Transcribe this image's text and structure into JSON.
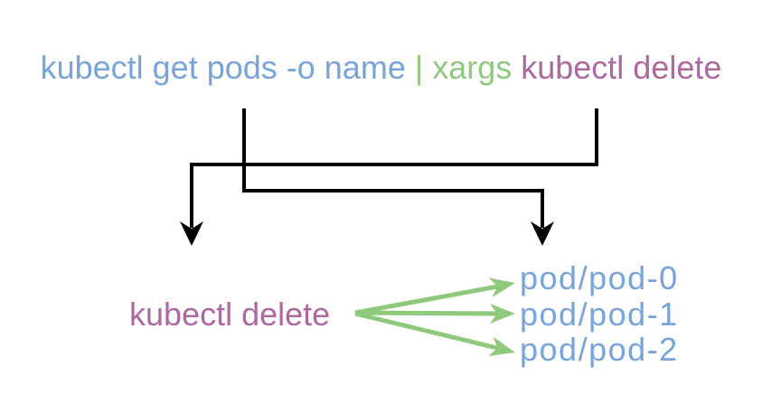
{
  "colors": {
    "blue": "#78A4DC",
    "green": "#8FC97C",
    "purple": "#AE67A0",
    "arrow": "#000000",
    "background": "#ffffff"
  },
  "command": {
    "part_get_pods": "kubectl get pods -o name",
    "part_pipe_xargs": "| xargs",
    "part_delete": "kubectl delete"
  },
  "expansion": {
    "command_label": "kubectl delete",
    "pods": [
      "pod/pod-0",
      "pod/pod-1",
      "pod/pod-2"
    ]
  }
}
